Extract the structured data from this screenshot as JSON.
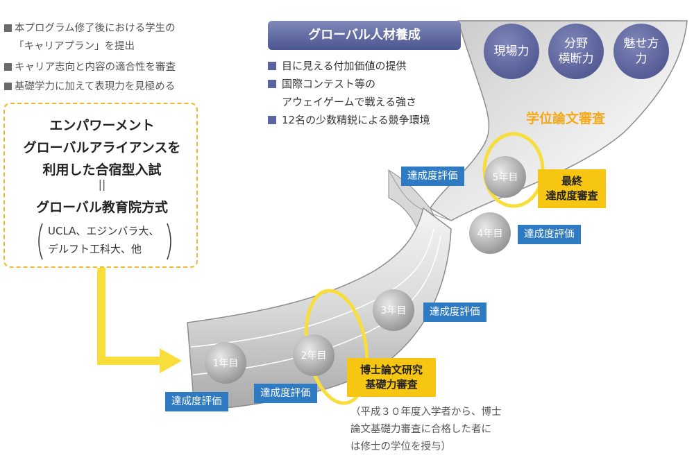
{
  "criteria": [
    "本プログラム修了後における学生の",
    "「キャリアプラン」を提出",
    "キャリア志向と内容の適合性を審査",
    "基礎学力に加えて表現力を見極める"
  ],
  "exam": {
    "line1": "エンパワーメント",
    "line2": "グローバルアライアンスを",
    "line3": "利用した合宿型入試",
    "eq": "||",
    "line4": "グローバル教育院方式",
    "paren1": "UCLA、エジンバラ大、",
    "paren2": "デルフト工科大、他"
  },
  "global": {
    "title": "グローバル人材養成",
    "bullets": [
      "目に見える付加価値の提供",
      "国際コンテスト等の",
      "アウェイゲームで戦える強さ",
      "12名の少数精鋭による競争環境"
    ]
  },
  "skills": [
    "現場力",
    "分野横断力",
    "魅せ方力"
  ],
  "skill_lines": {
    "s1": "現場力",
    "s2a": "分野",
    "s2b": "横断力",
    "s3a": "魅せ方",
    "s3b": "力"
  },
  "degree_review": "学位論文審査",
  "years": [
    "1年目",
    "2年目",
    "3年目",
    "4年目",
    "5年目"
  ],
  "evaluation": "達成度評価",
  "reviews": {
    "basic_a": "博士論文研究",
    "basic_b": "基礎力審査",
    "final_a": "最終",
    "final_b": "達成度審査"
  },
  "note": [
    "（平成３０年度入学者から、博士",
    "論文基礎力審査に合格した者に",
    "は修士の学位を授与）"
  ],
  "colors": {
    "accent_blue": "#2e7ac3",
    "accent_yellow": "#f6c612",
    "navy": "#4b5590",
    "arrow_yellow": "#f7de3c"
  }
}
